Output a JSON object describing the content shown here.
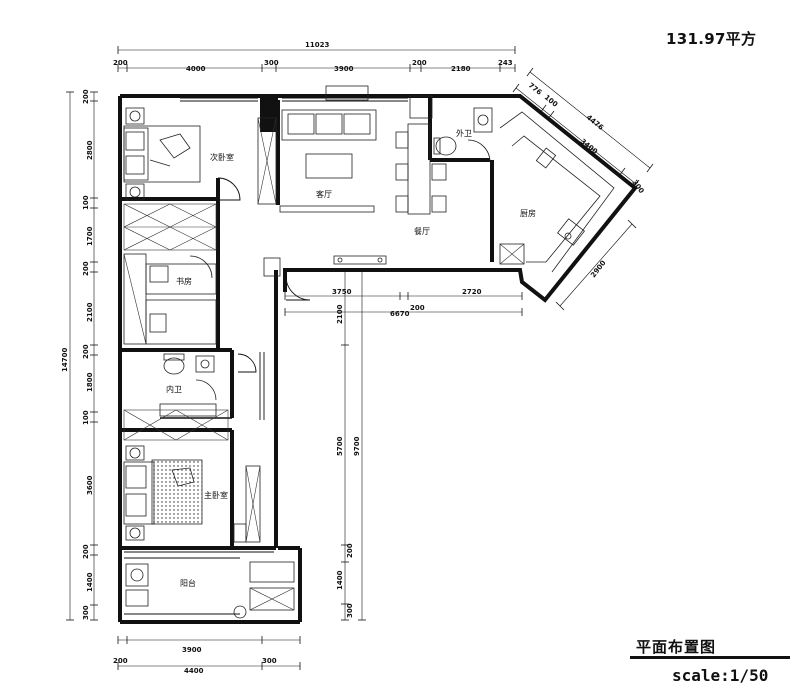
{
  "header": {
    "area": "131.97平方"
  },
  "footer": {
    "title": "平面布置图",
    "scale": "scale:1/50"
  },
  "rooms": {
    "second_bedroom": "次卧室",
    "living_room": "客厅",
    "dining_room": "餐厅",
    "guest_bath": "外卫",
    "kitchen": "厨房",
    "study": "书房",
    "inner_bath": "内卫",
    "master_bedroom": "主卧室",
    "balcony": "阳台"
  },
  "dims": {
    "top_total": "11023",
    "top_1": "200",
    "top_2": "4000",
    "top_3": "300",
    "top_4": "3900",
    "top_5": "200",
    "top_6": "2180",
    "top_7": "243",
    "left_total": "14700",
    "left_1": "200",
    "left_2": "2800",
    "left_3": "100",
    "left_4": "1700",
    "left_5": "200",
    "left_6": "2100",
    "left_7": "200",
    "left_8": "1800",
    "left_9": "100",
    "left_10": "3600",
    "left_11": "200",
    "left_12": "1400",
    "left_13": "300",
    "bottom_1": "3900",
    "bottom_l": "200",
    "bottom_total": "4400",
    "bottom_r": "300",
    "mid_1": "3750",
    "mid_2": "200",
    "mid_3": "2720",
    "mid_4": "6670",
    "vert_1": "2100",
    "vert_2": "5700",
    "vert_3": "9700",
    "vert_4": "200",
    "vert_5": "1400",
    "vert_6": "300",
    "diag_1": "776",
    "diag_2": "100",
    "diag_3": "4476",
    "diag_4": "3400",
    "diag_5": "300",
    "diag_6": "2900"
  }
}
